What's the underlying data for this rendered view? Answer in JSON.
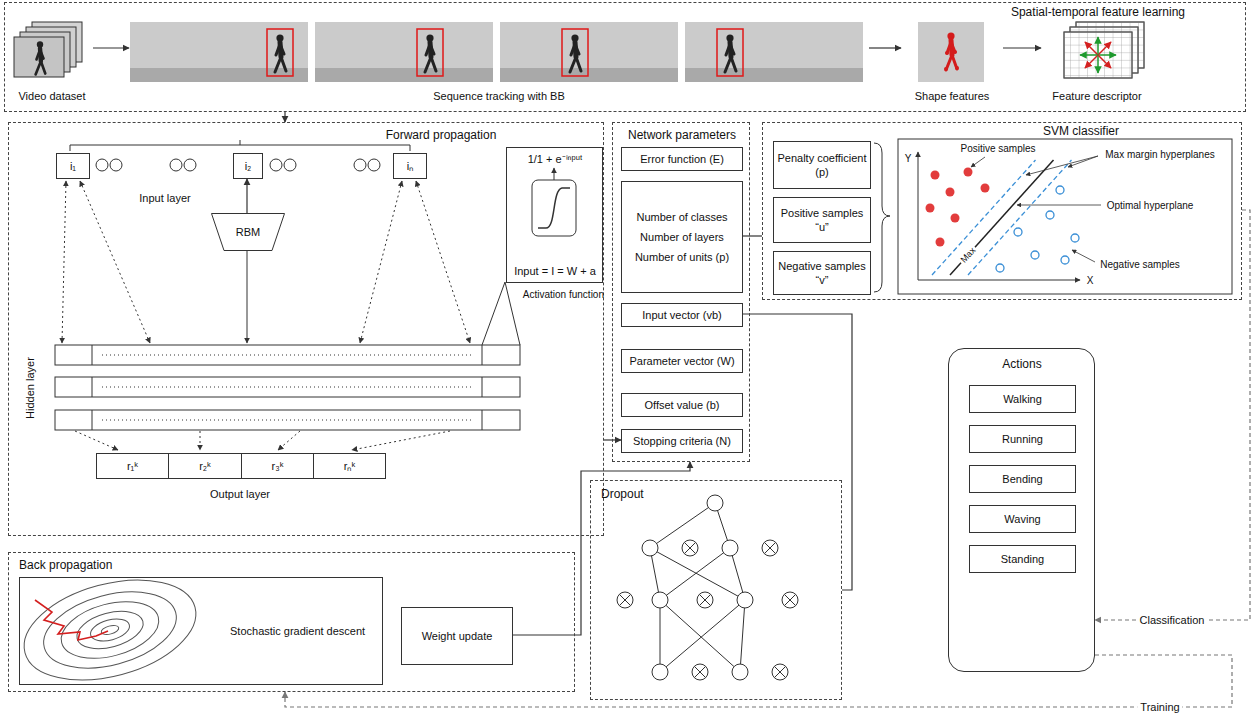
{
  "diagram": {
    "nodes": [
      {
        "text": [
          "Spatial-temporal feature learning"
        ]
      },
      {
        "text": [
          "Video dataset"
        ],
        "in": 0
      },
      {
        "text": [
          "Sequence tracking with BB"
        ],
        "in": 0
      },
      {
        "text": [
          "Shape features"
        ],
        "in": 0
      },
      {
        "text": [
          "Feature descriptor"
        ],
        "in": 0
      },
      {
        "text": [
          "Forward propagation"
        ]
      },
      {
        "text": [
          "i₁"
        ],
        "in": 5
      },
      {
        "text": [
          "i₂"
        ],
        "in": 5
      },
      {
        "text": [
          "iₙ"
        ],
        "in": 5
      },
      {
        "text": [
          "RBM"
        ],
        "in": 5
      },
      {
        "text": [
          "r₁ᵏ"
        ],
        "in": 5
      },
      {
        "text": [
          "r₂ᵏ"
        ],
        "in": 5
      },
      {
        "text": [
          "r₃ᵏ"
        ],
        "in": 5
      },
      {
        "text": [
          "rₙᵏ"
        ],
        "in": 5
      },
      {
        "text": [
          "1/1 + e⁻ⁱⁿᵖᵘᵗ",
          "Input = I = W + a",
          "Activation function"
        ],
        "in": 5
      },
      {
        "text": [
          "Network parameters"
        ]
      },
      {
        "text": [
          "Error function (E)"
        ],
        "in": 15
      },
      {
        "text": [
          "Number of classes Number of layers Number of units (p)"
        ],
        "in": 15
      },
      {
        "text": [
          "Input vector (vb)"
        ],
        "in": 15
      },
      {
        "text": [
          "Parameter vector (W)"
        ],
        "in": 15
      },
      {
        "text": [
          "Offset value (b)"
        ],
        "in": 15
      },
      {
        "text": [
          "Stopping criteria (N)"
        ],
        "in": 15
      },
      {
        "text": [
          "SVM classifier"
        ]
      },
      {
        "text": [
          "Penalty coefficient (p)"
        ],
        "in": 22
      },
      {
        "text": [
          "Positive samples “u”"
        ],
        "in": 22
      },
      {
        "text": [
          "Negative samples “v”"
        ],
        "in": 22
      },
      {
        "text": [
          "Actions"
        ]
      },
      {
        "text": [
          "Walking"
        ],
        "in": 26
      },
      {
        "text": [
          "Running"
        ],
        "in": 26
      },
      {
        "text": [
          "Bending"
        ],
        "in": 26
      },
      {
        "text": [
          "Waving"
        ],
        "in": 26
      },
      {
        "text": [
          "Standing"
        ],
        "in": 26
      },
      {
        "text": [
          "Back propagation"
        ]
      },
      {
        "text": [
          "Stochastic gradient descent"
        ],
        "in": 32
      },
      {
        "text": [
          "Weight update"
        ],
        "in": 32
      },
      {
        "text": [
          "Dropout"
        ]
      }
    ],
    "edges": [
      {
        "from": 1,
        "to": 2,
        "arrow": "to"
      },
      {
        "from": 2,
        "to": 3,
        "arrow": "to"
      },
      {
        "from": 3,
        "to": 4,
        "arrow": "to"
      },
      {
        "from": 0,
        "to": 5,
        "arrow": "to"
      },
      {
        "from": 9,
        "to": 7,
        "arrow": "to"
      },
      {
        "from": 17,
        "to": 22,
        "arrow": "none"
      },
      {
        "from": 5,
        "to": 21,
        "arrow": "to"
      },
      {
        "from": 18,
        "to": 35,
        "arrow": "none"
      },
      {
        "from": 34,
        "to": 15,
        "arrow": "to"
      },
      {
        "from": 22,
        "to": 26,
        "label": "Classification",
        "arrow": "to"
      },
      {
        "from": 26,
        "to": 32,
        "label": "Training",
        "arrow": "to"
      }
    ],
    "labels": [
      "Input layer",
      "Hidden layer",
      "Output layer",
      "Y",
      "X",
      "Positive samples",
      "Max margin hyperplanes",
      "Optimal hyperplane",
      "Negative samples",
      "Max"
    ]
  }
}
